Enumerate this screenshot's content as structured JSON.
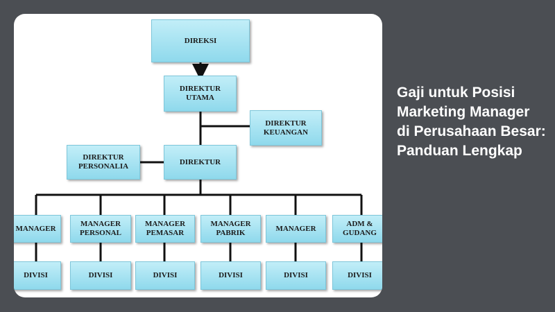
{
  "diagram": {
    "nodes": {
      "direksi": "DIREKSI",
      "direktur_utama": "DIREKTUR\nUTAMA",
      "direktur_keuangan": "DIREKTUR\nKEUANGAN",
      "direktur_personalia": "DIREKTUR\nPERSONALIA",
      "direktur": "DIREKTUR",
      "managers": [
        "MANAGER",
        "MANAGER\nPERSONAL",
        "MANAGER\nPEMASAR",
        "MANAGER\nPABRIK",
        "MANAGER",
        "ADM &\nGUDANG"
      ],
      "divisi": [
        "DIVISI",
        "DIVISI",
        "DIVISI",
        "DIVISI",
        "DIVISI",
        "DIVISI"
      ]
    },
    "colors": {
      "box": "#a6e3f1",
      "line": "#111111"
    }
  },
  "article": {
    "title": "Gaji untuk Posisi Marketing Manager di Perusahaan Besar: Panduan Lengkap"
  }
}
